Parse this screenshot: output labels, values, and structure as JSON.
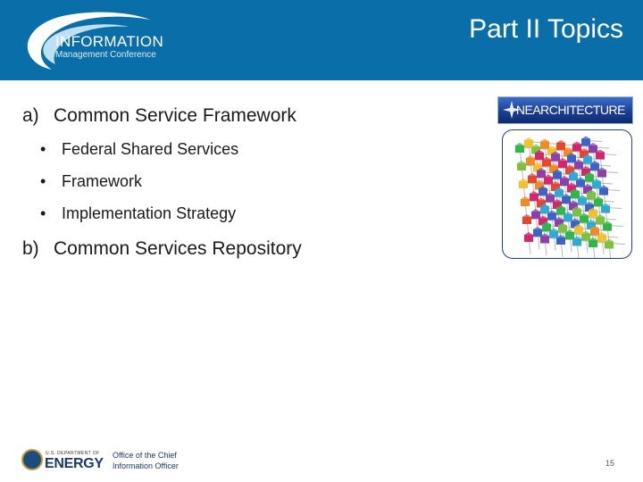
{
  "header": {
    "logo_main": "INFORMATION",
    "logo_sub": "Management Conference",
    "title": "Part II Topics"
  },
  "content": {
    "section_a": {
      "marker": "a)",
      "label": "Common Service Framework"
    },
    "bullets": [
      "Federal Shared Services",
      "Framework",
      "Implementation Strategy"
    ],
    "section_b": {
      "marker": "b)",
      "label": "Common Services Repository"
    }
  },
  "image": {
    "banner_text": "NEARCHITECTURE"
  },
  "footer": {
    "doe_small": "U.S. DEPARTMENT OF",
    "doe_big": "ENERGY",
    "cio_line1": "Office of the Chief",
    "cio_line2": "Information Officer",
    "page_number": "15"
  },
  "colors": {
    "header_bg": "#0a6fa8",
    "banner_blue": "#1b3f93",
    "cube_frame_border": "#1f3f8a"
  }
}
